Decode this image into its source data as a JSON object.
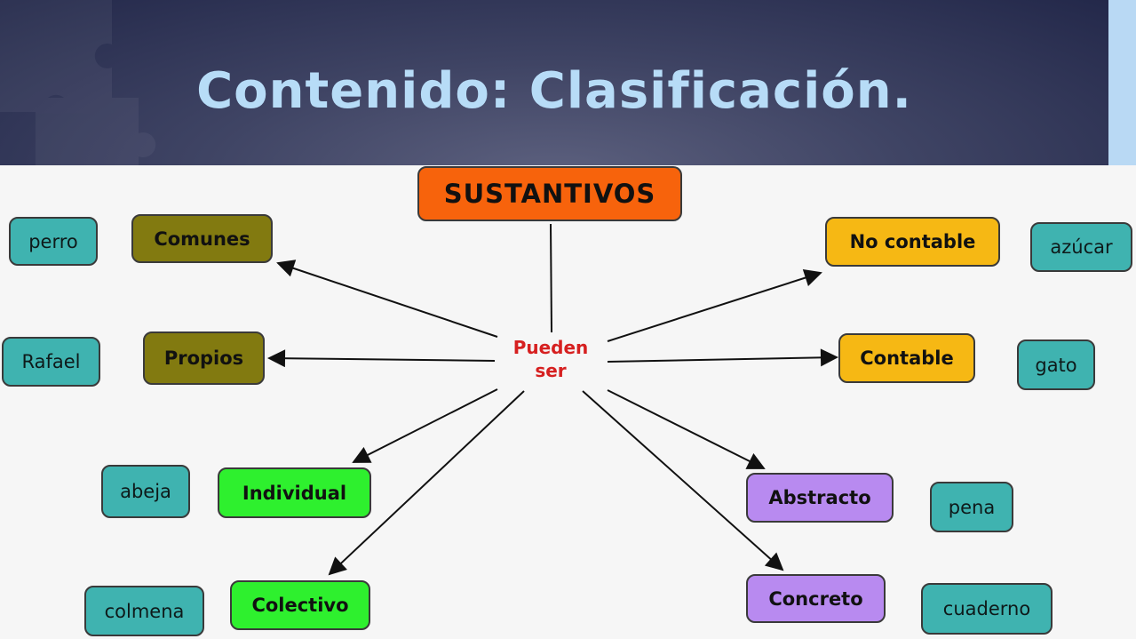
{
  "slide": {
    "title": "Contenido: Clasificación."
  },
  "diagram": {
    "root": "SUSTANTIVOS",
    "connector": [
      "Pueden",
      "ser"
    ],
    "categories": [
      {
        "label": "Comunes",
        "example": "perro"
      },
      {
        "label": "Propios",
        "example": "Rafael"
      },
      {
        "label": "Individual",
        "example": "abeja"
      },
      {
        "label": "Colectivo",
        "example": "colmena"
      },
      {
        "label": "No contable",
        "example": "azúcar"
      },
      {
        "label": "Contable",
        "example": "gato"
      },
      {
        "label": "Abstracto",
        "example": "pena"
      },
      {
        "label": "Concreto",
        "example": "cuaderno"
      }
    ]
  },
  "colors": {
    "header_bg": "#2f3457",
    "title": "#b7dcf7",
    "root": "#f7630c",
    "connector_text": "#d62020",
    "olive": "#827a10",
    "yellow": "#f6b814",
    "green": "#2ef02e",
    "purple": "#b88af0",
    "example": "#3fb3b0"
  }
}
